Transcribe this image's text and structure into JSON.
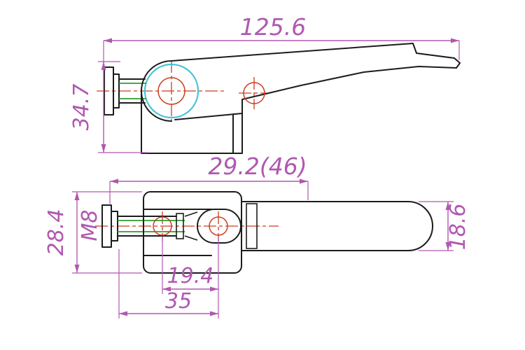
{
  "colors": {
    "dimension": "#b058b0",
    "outline": "#1c1c1c",
    "centerline": "#cc3d1e",
    "thread": "#2e9e2e",
    "highlight": "#45c3d6",
    "background": "#ffffff"
  },
  "side_view": {
    "dims": {
      "overall_length": "125.6",
      "height": "34.7"
    }
  },
  "plan_view": {
    "dims": {
      "adjustable_length": "29.2(46)",
      "body_width": "28.4",
      "thread_spec": "M8",
      "hole_spacing": "19.4",
      "base_length": "35",
      "handle_width": "18.6"
    }
  }
}
